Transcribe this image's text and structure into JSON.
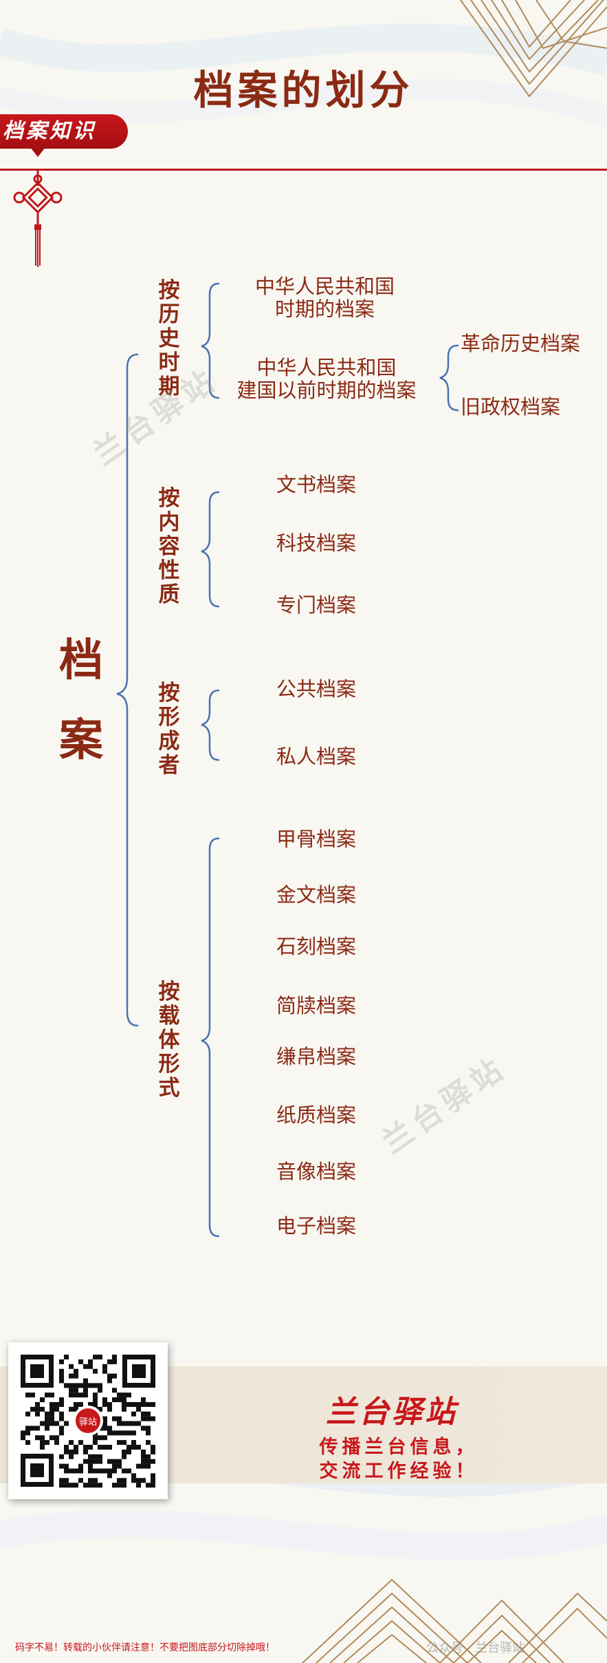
{
  "title": "档案的划分",
  "banner": "档案知识",
  "root": {
    "char1": "档",
    "char2": "案"
  },
  "categories": [
    {
      "label": "按历史时期"
    },
    {
      "label": "按内容性质"
    },
    {
      "label": "按形成者"
    },
    {
      "label": "按载体形式"
    }
  ],
  "history": {
    "prc_line1": "中华人民共和国",
    "prc_line2": "时期的档案",
    "pre_line1": "中华人民共和国",
    "pre_line2": "建国以前时期的档案",
    "revolution": "革命历史档案",
    "old_regime": "旧政权档案"
  },
  "content": [
    "文书档案",
    "科技档案",
    "专门档案"
  ],
  "creator": [
    "公共档案",
    "私人档案"
  ],
  "carrier": [
    "甲骨档案",
    "金文档案",
    "石刻档案",
    "简牍档案",
    "缣帛档案",
    "纸质档案",
    "音像档案",
    "电子档案"
  ],
  "watermark": "兰台驿站",
  "qr_center": "驿站",
  "footer": {
    "brand": "兰台驿站",
    "slogan_line1": "传播兰台信息，",
    "slogan_line2": "交流工作经验！",
    "note": "码字不易！转载的小伙伴请注意！不要把图底部分切除掉哦！",
    "wechat": "公众号 · 兰台驿站"
  },
  "colors": {
    "title": "#8b2a14",
    "accent_red": "#c8171b",
    "bracket": "#4a72b0",
    "gold": "#b08a5a"
  }
}
